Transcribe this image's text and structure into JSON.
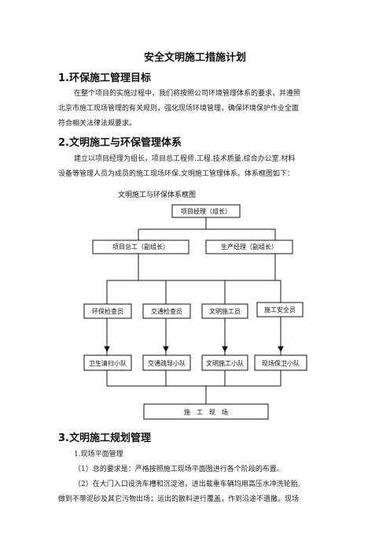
{
  "title": "安全文明施工措施计划",
  "section1": {
    "heading": "1.环保施工管理目标",
    "lines": [
      "在整个项目的实施过程中，我们将按照公司环境管理体系的要求，并遵照",
      "北京市施工现场管理的有关规则，强化现场环境管理，确保环境保护作业全面",
      "符合相关法律法规要求。"
    ]
  },
  "section2": {
    "heading": "2.文明施工与环保管理体系",
    "lines": [
      "建立以项目经理为组长，项目总工程师.工程.技术质量.综合办公室.材料",
      "设备等管理人员为成员的施工现场环保.文明施工管理体系。体系框图如下："
    ]
  },
  "org_chart": {
    "caption": "文明施工与环保体系框图",
    "leader": "项目经理（组长）",
    "deputies": [
      "项目总工（副组长）",
      "生产经理（副组长）"
    ],
    "officers": [
      "环保检查员",
      "交通检查员",
      "文明施工员",
      "施工安全员"
    ],
    "teams": [
      "卫生清扫小队",
      "交通疏导小队",
      "文明施工小队",
      "现场保卫小队"
    ],
    "site": "施　工　现　场"
  },
  "section3": {
    "heading": "3.文明施工规划管理",
    "lines": [
      "1.现场平面管理",
      "（1）总的要求是：严格按照施工现场平面图进行各个阶段的布置。",
      "（2）在大门入口设洗车槽和沉淀池，进出载重车辆均用高压水冲洗轮胎,",
      "做到不带泥砂及其它污物出场；运出的散料进行覆盖，作到沿途不遗撒。现场"
    ]
  }
}
